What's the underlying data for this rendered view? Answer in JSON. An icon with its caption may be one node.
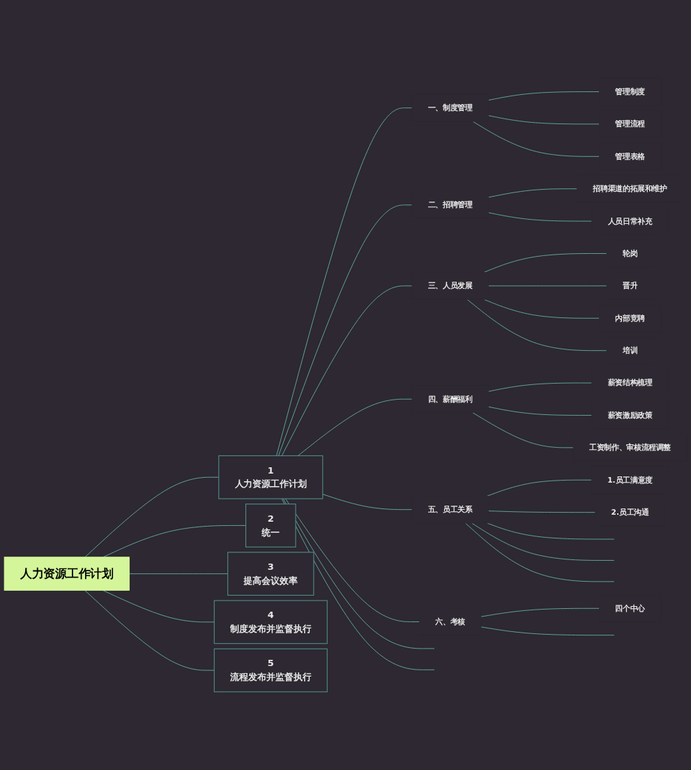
{
  "diagram": {
    "nodes": [
      {
        "text": [
          "人力资源工作计划"
        ]
      },
      {
        "text": [
          "1",
          "人力资源工作计划"
        ]
      },
      {
        "text": [
          "一、制度管理"
        ]
      },
      {
        "text": [
          "管理制度"
        ]
      },
      {
        "text": [
          "管理流程"
        ]
      },
      {
        "text": [
          "管理表格"
        ]
      },
      {
        "text": [
          "二、招聘管理"
        ]
      },
      {
        "text": [
          "招聘渠道的拓展和维护"
        ]
      },
      {
        "text": [
          "人员日常补充"
        ]
      },
      {
        "text": [
          "三、人员发展"
        ]
      },
      {
        "text": [
          "轮岗"
        ]
      },
      {
        "text": [
          "晋升"
        ]
      },
      {
        "text": [
          "内部竞聘"
        ]
      },
      {
        "text": [
          "培训"
        ]
      },
      {
        "text": [
          "四、薪酬福利"
        ]
      },
      {
        "text": [
          "薪资结构梳理"
        ]
      },
      {
        "text": [
          "薪资激励政策"
        ]
      },
      {
        "text": [
          "工资制作、审核流程调整"
        ]
      },
      {
        "text": [
          "五、员工关系"
        ]
      },
      {
        "text": [
          "1.员工满意度"
        ]
      },
      {
        "text": [
          "2.员工沟通"
        ]
      },
      {
        "text": [
          "六、考核"
        ]
      },
      {
        "text": [
          "四个中心"
        ]
      },
      {
        "text": [
          "2",
          "统一"
        ]
      },
      {
        "text": [
          "3",
          "提高会议效率"
        ]
      },
      {
        "text": [
          "4",
          "制度发布并监督执行"
        ]
      },
      {
        "text": [
          "5",
          "流程发布并监督执行"
        ]
      }
    ],
    "edges": [
      {
        "from": 0,
        "to": 1,
        "arrow": "none"
      },
      {
        "from": 1,
        "to": 2,
        "arrow": "none"
      },
      {
        "from": 2,
        "to": 3,
        "arrow": "none"
      },
      {
        "from": 2,
        "to": 4,
        "arrow": "none"
      },
      {
        "from": 2,
        "to": 5,
        "arrow": "none"
      },
      {
        "from": 1,
        "to": 6,
        "arrow": "none"
      },
      {
        "from": 6,
        "to": 7,
        "arrow": "none"
      },
      {
        "from": 6,
        "to": 8,
        "arrow": "none"
      },
      {
        "from": 1,
        "to": 9,
        "arrow": "none"
      },
      {
        "from": 9,
        "to": 10,
        "arrow": "none"
      },
      {
        "from": 9,
        "to": 11,
        "arrow": "none"
      },
      {
        "from": 9,
        "to": 12,
        "arrow": "none"
      },
      {
        "from": 9,
        "to": 13,
        "arrow": "none"
      },
      {
        "from": 1,
        "to": 14,
        "arrow": "none"
      },
      {
        "from": 14,
        "to": 15,
        "arrow": "none"
      },
      {
        "from": 14,
        "to": 16,
        "arrow": "none"
      },
      {
        "from": 14,
        "to": 17,
        "arrow": "none"
      },
      {
        "from": 1,
        "to": 18,
        "arrow": "none"
      },
      {
        "from": 18,
        "to": 19,
        "arrow": "none"
      },
      {
        "from": 18,
        "to": 20,
        "arrow": "none"
      },
      {
        "from": 18,
        "to": null,
        "arrow": "none"
      },
      {
        "from": 18,
        "to": null,
        "arrow": "none"
      },
      {
        "from": 18,
        "to": null,
        "arrow": "none"
      },
      {
        "from": 1,
        "to": 21,
        "arrow": "none"
      },
      {
        "from": 21,
        "to": 22,
        "arrow": "none"
      },
      {
        "from": 21,
        "to": null,
        "arrow": "none"
      },
      {
        "from": 1,
        "to": null,
        "arrow": "none"
      },
      {
        "from": 1,
        "to": null,
        "arrow": "none"
      },
      {
        "from": 0,
        "to": 23,
        "arrow": "none"
      },
      {
        "from": 0,
        "to": 24,
        "arrow": "none"
      },
      {
        "from": 0,
        "to": 25,
        "arrow": "none"
      },
      {
        "from": 0,
        "to": 26,
        "arrow": "none"
      }
    ]
  }
}
